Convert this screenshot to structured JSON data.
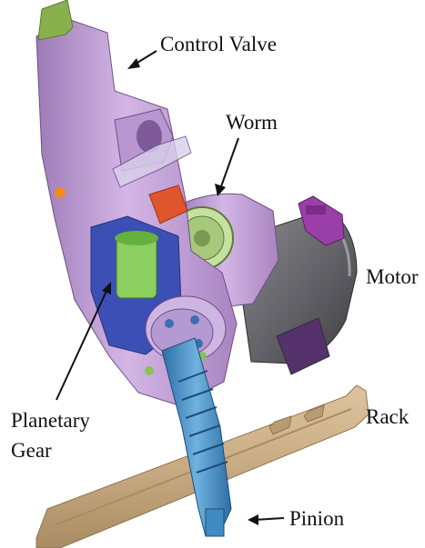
{
  "labels": {
    "control_valve": "Control Valve",
    "worm": "Worm",
    "motor": "Motor",
    "planetary_line1": "Planetary",
    "planetary_line2": "Gear",
    "rack": "Rack",
    "pinion": "Pinion"
  },
  "colors": {
    "housing": "#c9a6df",
    "housing_dark": "#8f6aa8",
    "motor_gray": "#6f6f73",
    "motor_dark": "#3a3a3e",
    "gear_green": "#b7d98a",
    "gear_blue": "#4f8fd0",
    "rack_tan": "#c8ab82",
    "pinion_blue": "#3f8cc4",
    "connector_purple": "#9b3fa8",
    "accent_red": "#e0552c",
    "accent_orange": "#f08a24",
    "shaft_green": "#8db360"
  }
}
